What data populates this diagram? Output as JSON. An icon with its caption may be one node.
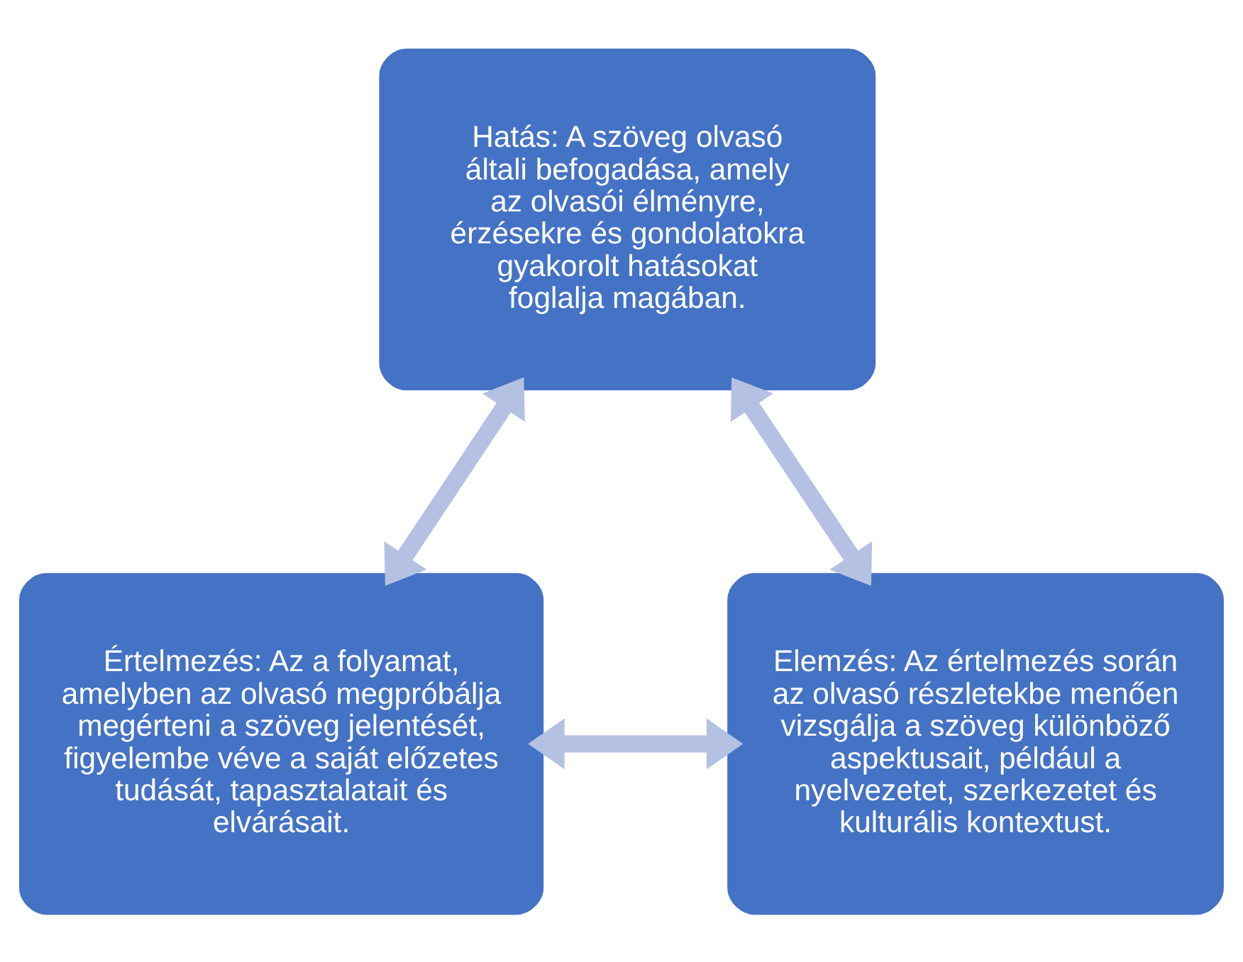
{
  "diagram": {
    "nodes": [
      {
        "text": [
          "Hatás: A szöveg olvasó általi befogadása, amely az olvasói élményre, érzésekre és gondolatokra gyakorolt hatásokat foglalja magában."
        ]
      },
      {
        "text": [
          "Értelmezés: Az a folyamat, amelyben az olvasó megpróbálja megérteni a szöveg jelentését, figyelembe véve a saját előzetes tudását, tapasztalatait és elvárásait."
        ]
      },
      {
        "text": [
          "Elemzés: Az értelmezés során az olvasó részletekbe menően vizsgálja a szöveg különböző aspektusait, például a nyelvezetet, szerkezetet és kulturális kontextust."
        ]
      }
    ],
    "edges": [
      {
        "from": 0,
        "to": 1,
        "arrow": "both"
      },
      {
        "from": 0,
        "to": 2,
        "arrow": "both"
      },
      {
        "from": 1,
        "to": 2,
        "arrow": "both"
      }
    ]
  }
}
